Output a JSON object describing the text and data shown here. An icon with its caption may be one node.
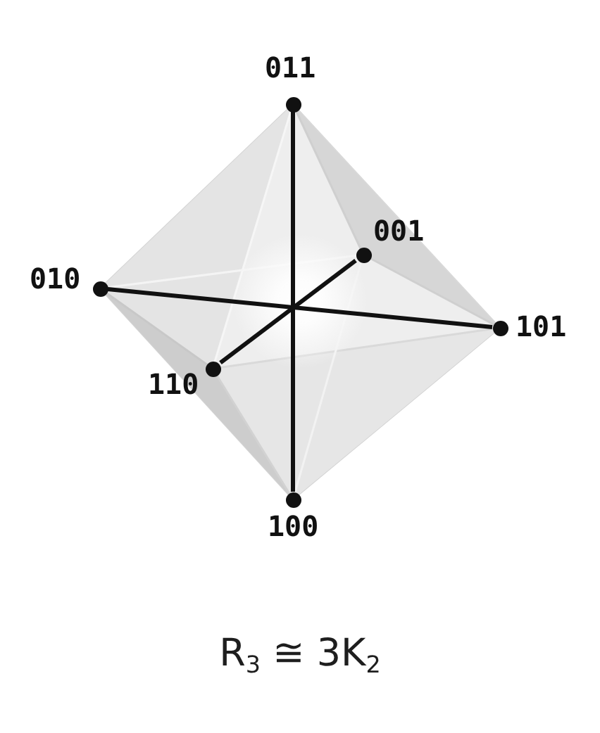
{
  "diagram": {
    "caption": "R$_{3}$ ≅ 3K$_{2}$",
    "nodes": [
      {
        "text": [
          "011"
        ]
      },
      {
        "text": [
          "001"
        ]
      },
      {
        "text": [
          "010"
        ]
      },
      {
        "text": [
          "101"
        ]
      },
      {
        "text": [
          "110"
        ]
      },
      {
        "text": [
          "100"
        ]
      }
    ],
    "edges": [
      {
        "from": 0,
        "to": 5,
        "arrow": "none"
      },
      {
        "from": 2,
        "to": 3,
        "arrow": "none"
      },
      {
        "from": 1,
        "to": 4,
        "arrow": "none"
      }
    ]
  }
}
